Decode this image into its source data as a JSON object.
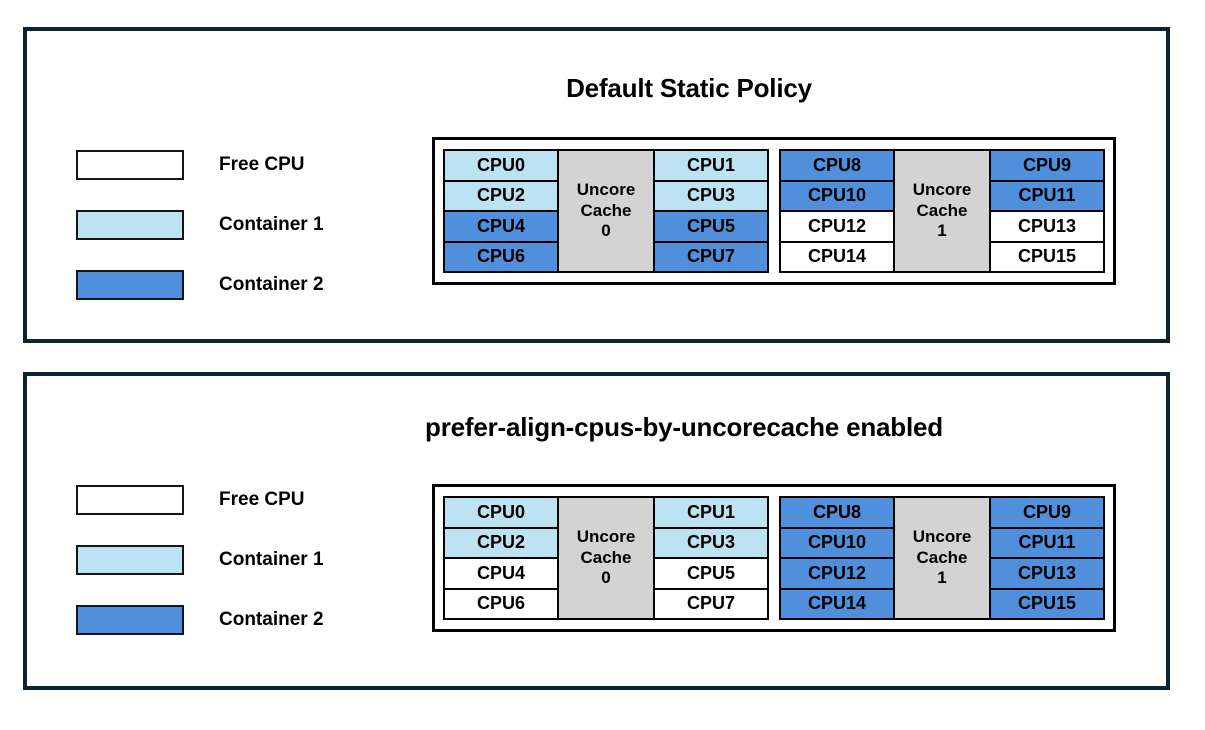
{
  "panels": [
    {
      "id": "default-static-policy",
      "title": "Default Static Policy",
      "legend": [
        {
          "label": "Free CPU",
          "fill": "free",
          "color": "#ffffff"
        },
        {
          "label": "Container 1",
          "fill": "c1",
          "color": "#bde3f2"
        },
        {
          "label": "Container 2",
          "fill": "c2",
          "color": "#4f8fdc"
        }
      ],
      "clusters": [
        {
          "cache_label_line1": "Uncore",
          "cache_label_line2": "Cache",
          "cache_label_line3": "0",
          "left_column": [
            {
              "label": "CPU0",
              "fill": "c1"
            },
            {
              "label": "CPU2",
              "fill": "c1"
            },
            {
              "label": "CPU4",
              "fill": "c2"
            },
            {
              "label": "CPU6",
              "fill": "c2"
            }
          ],
          "right_column": [
            {
              "label": "CPU1",
              "fill": "c1"
            },
            {
              "label": "CPU3",
              "fill": "c1"
            },
            {
              "label": "CPU5",
              "fill": "c2"
            },
            {
              "label": "CPU7",
              "fill": "c2"
            }
          ]
        },
        {
          "cache_label_line1": "Uncore",
          "cache_label_line2": "Cache",
          "cache_label_line3": "1",
          "left_column": [
            {
              "label": "CPU8",
              "fill": "c2"
            },
            {
              "label": "CPU10",
              "fill": "c2"
            },
            {
              "label": "CPU12",
              "fill": "free"
            },
            {
              "label": "CPU14",
              "fill": "free"
            }
          ],
          "right_column": [
            {
              "label": "CPU9",
              "fill": "c2"
            },
            {
              "label": "CPU11",
              "fill": "c2"
            },
            {
              "label": "CPU13",
              "fill": "free"
            },
            {
              "label": "CPU15",
              "fill": "free"
            }
          ]
        }
      ]
    },
    {
      "id": "prefer-align-cpus-by-uncorecache",
      "title": "prefer-align-cpus-by-uncorecache enabled",
      "legend": [
        {
          "label": "Free CPU",
          "fill": "free",
          "color": "#ffffff"
        },
        {
          "label": "Container 1",
          "fill": "c1",
          "color": "#bde3f2"
        },
        {
          "label": "Container 2",
          "fill": "c2",
          "color": "#4f8fdc"
        }
      ],
      "clusters": [
        {
          "cache_label_line1": "Uncore",
          "cache_label_line2": "Cache",
          "cache_label_line3": "0",
          "left_column": [
            {
              "label": "CPU0",
              "fill": "c1"
            },
            {
              "label": "CPU2",
              "fill": "c1"
            },
            {
              "label": "CPU4",
              "fill": "free"
            },
            {
              "label": "CPU6",
              "fill": "free"
            }
          ],
          "right_column": [
            {
              "label": "CPU1",
              "fill": "c1"
            },
            {
              "label": "CPU3",
              "fill": "c1"
            },
            {
              "label": "CPU5",
              "fill": "free"
            },
            {
              "label": "CPU7",
              "fill": "free"
            }
          ]
        },
        {
          "cache_label_line1": "Uncore",
          "cache_label_line2": "Cache",
          "cache_label_line3": "1",
          "left_column": [
            {
              "label": "CPU8",
              "fill": "c2"
            },
            {
              "label": "CPU10",
              "fill": "c2"
            },
            {
              "label": "CPU12",
              "fill": "c2"
            },
            {
              "label": "CPU14",
              "fill": "c2"
            }
          ],
          "right_column": [
            {
              "label": "CPU9",
              "fill": "c2"
            },
            {
              "label": "CPU11",
              "fill": "c2"
            },
            {
              "label": "CPU13",
              "fill": "c2"
            },
            {
              "label": "CPU15",
              "fill": "c2"
            }
          ]
        }
      ]
    }
  ],
  "colors": {
    "panel_border": "#0c2430",
    "cache_block": "#d3d3d3",
    "cell_border": "#000000"
  }
}
